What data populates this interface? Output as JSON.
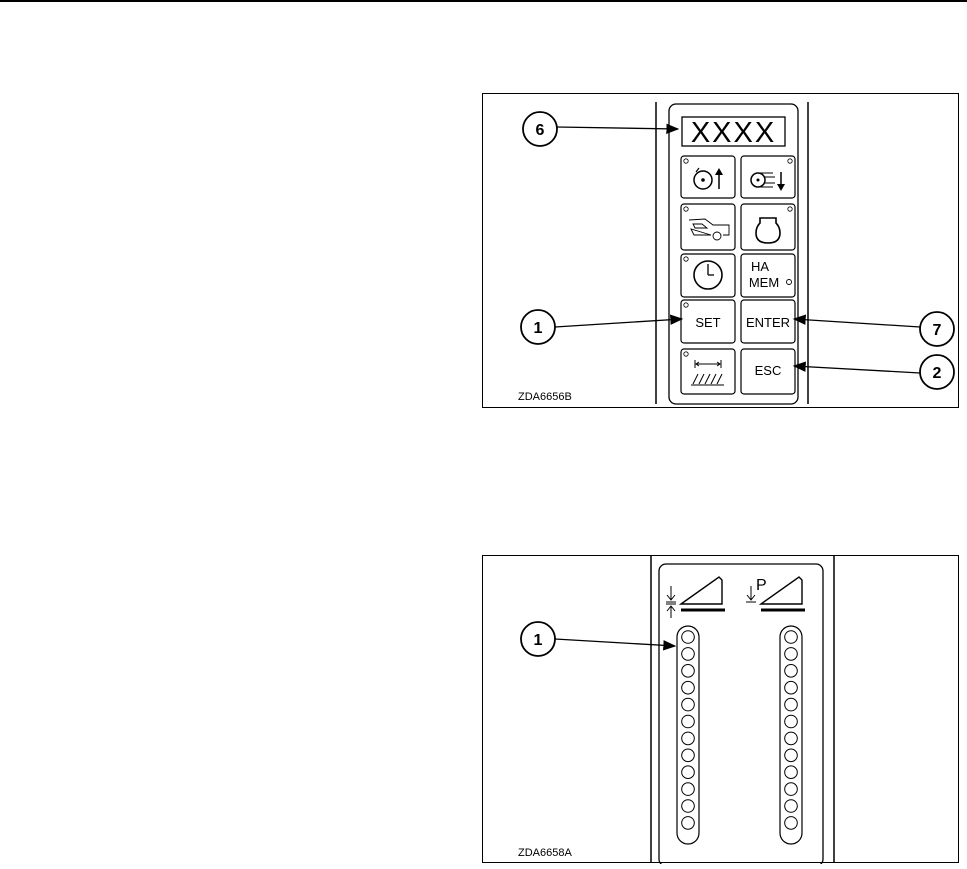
{
  "figure1": {
    "code": "ZDA6656B",
    "display": "XXXX",
    "callouts": [
      "6",
      "1",
      "7",
      "2"
    ],
    "buttons": {
      "ha_line1": "HA",
      "ha_line2": "MEM",
      "set": "SET",
      "enter": "ENTER",
      "esc": "ESC"
    },
    "icons": [
      "engine-speed-up-icon",
      "feed-speed-down-icon",
      "vehicle-icon",
      "engine-icon",
      "clock-icon",
      "row-spacing-icon"
    ]
  },
  "figure2": {
    "code": "ZDA6658A",
    "callouts": [
      "1"
    ],
    "header_letter": "P",
    "led_columns": [
      {
        "name": "height-leds",
        "count": 12
      },
      {
        "name": "pressure-leds",
        "count": 12
      }
    ],
    "icons": [
      "header-height-icon",
      "header-pressure-icon"
    ]
  }
}
